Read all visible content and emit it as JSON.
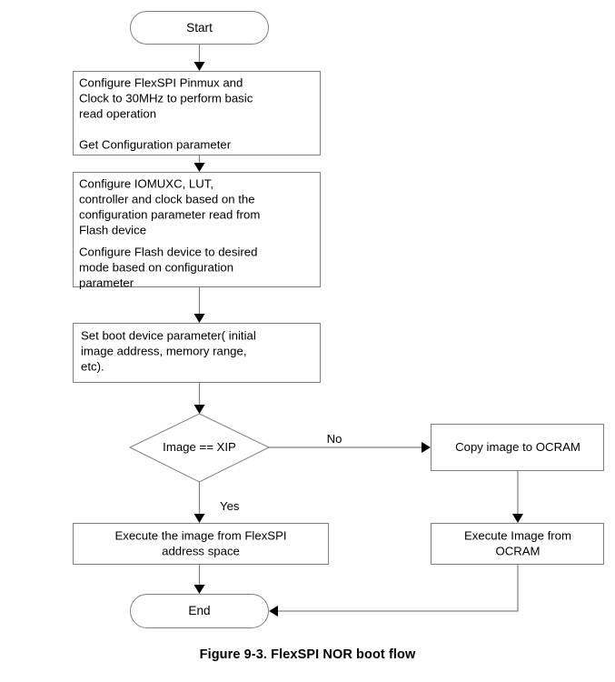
{
  "figure": {
    "caption": "Figure 9-3. FlexSPI NOR boot flow",
    "colors": {
      "background": "#ffffff",
      "node_fill": "#ffffff",
      "node_stroke": "#808080",
      "text": "#000000",
      "arrow_head": "#000000"
    }
  },
  "chart_data": {
    "type": "diagram",
    "title": "Figure 9-3. FlexSPI NOR boot flow",
    "nodes": [
      {
        "id": "start",
        "shape": "terminator",
        "lines": [
          "Start"
        ],
        "align": "center"
      },
      {
        "id": "configure-flexspi",
        "shape": "process",
        "align": "left",
        "lines": [
          "Configure FlexSPI Pinmux and",
          "Clock to 30MHz to perform basic",
          "read operation",
          "",
          "Get Configuration parameter"
        ]
      },
      {
        "id": "configure-iomuxc",
        "shape": "process",
        "align": "left",
        "lines": [
          "Configure IOMUXC, LUT,",
          "controller and clock based on the",
          "configuration parameter read from",
          "Flash device",
          "",
          "Configure Flash device to desired",
          "mode based on configuration",
          "parameter"
        ]
      },
      {
        "id": "set-boot-device",
        "shape": "process",
        "align": "left",
        "lines": [
          "Set boot device parameter( initial",
          "image address, memory range,",
          "etc)."
        ]
      },
      {
        "id": "image-is-xip",
        "shape": "decision",
        "align": "center",
        "lines": [
          "Image == XIP"
        ]
      },
      {
        "id": "copy-image-to-ocram",
        "shape": "process",
        "align": "center",
        "lines": [
          "Copy image to OCRAM"
        ]
      },
      {
        "id": "execute-from-flexspi",
        "shape": "process",
        "align": "center",
        "lines": [
          "Execute the image from FlexSPI",
          "address space"
        ]
      },
      {
        "id": "execute-from-ocram",
        "shape": "process",
        "align": "center",
        "lines": [
          "Execute Image from",
          "OCRAM"
        ]
      },
      {
        "id": "end",
        "shape": "terminator",
        "lines": [
          "End"
        ],
        "align": "center"
      }
    ],
    "edges": [
      {
        "from": "start",
        "to": "configure-flexspi",
        "label": ""
      },
      {
        "from": "configure-flexspi",
        "to": "configure-iomuxc",
        "label": ""
      },
      {
        "from": "configure-iomuxc",
        "to": "set-boot-device",
        "label": ""
      },
      {
        "from": "set-boot-device",
        "to": "image-is-xip",
        "label": ""
      },
      {
        "from": "image-is-xip",
        "to": "copy-image-to-ocram",
        "label": "No"
      },
      {
        "from": "image-is-xip",
        "to": "execute-from-flexspi",
        "label": "Yes"
      },
      {
        "from": "copy-image-to-ocram",
        "to": "execute-from-ocram",
        "label": ""
      },
      {
        "from": "execute-from-flexspi",
        "to": "end",
        "label": ""
      },
      {
        "from": "execute-from-ocram",
        "to": "end",
        "label": ""
      }
    ]
  },
  "labels": {
    "start": "Start",
    "end": "End",
    "branch_no": "No",
    "branch_yes": "Yes",
    "box1_l1": "Configure FlexSPI Pinmux and",
    "box1_l2": "Clock to 30MHz to perform basic",
    "box1_l3": "read operation",
    "box1_l4": "Get Configuration parameter",
    "box2_l1": "Configure IOMUXC, LUT,",
    "box2_l2": "controller and clock based on the",
    "box2_l3": "configuration parameter read from",
    "box2_l4": "Flash device",
    "box2_l5": "Configure Flash device to desired",
    "box2_l6": "mode based on configuration",
    "box2_l7": "parameter",
    "box3_l1": "Set boot device parameter( initial",
    "box3_l2": "image address, memory range,",
    "box3_l3": "etc).",
    "decision": "Image == XIP",
    "copy_ocram": "Copy image to OCRAM",
    "exec_flexspi_l1": "Execute the image from FlexSPI",
    "exec_flexspi_l2": "address space",
    "exec_ocram_l1": "Execute Image from",
    "exec_ocram_l2": "OCRAM"
  }
}
